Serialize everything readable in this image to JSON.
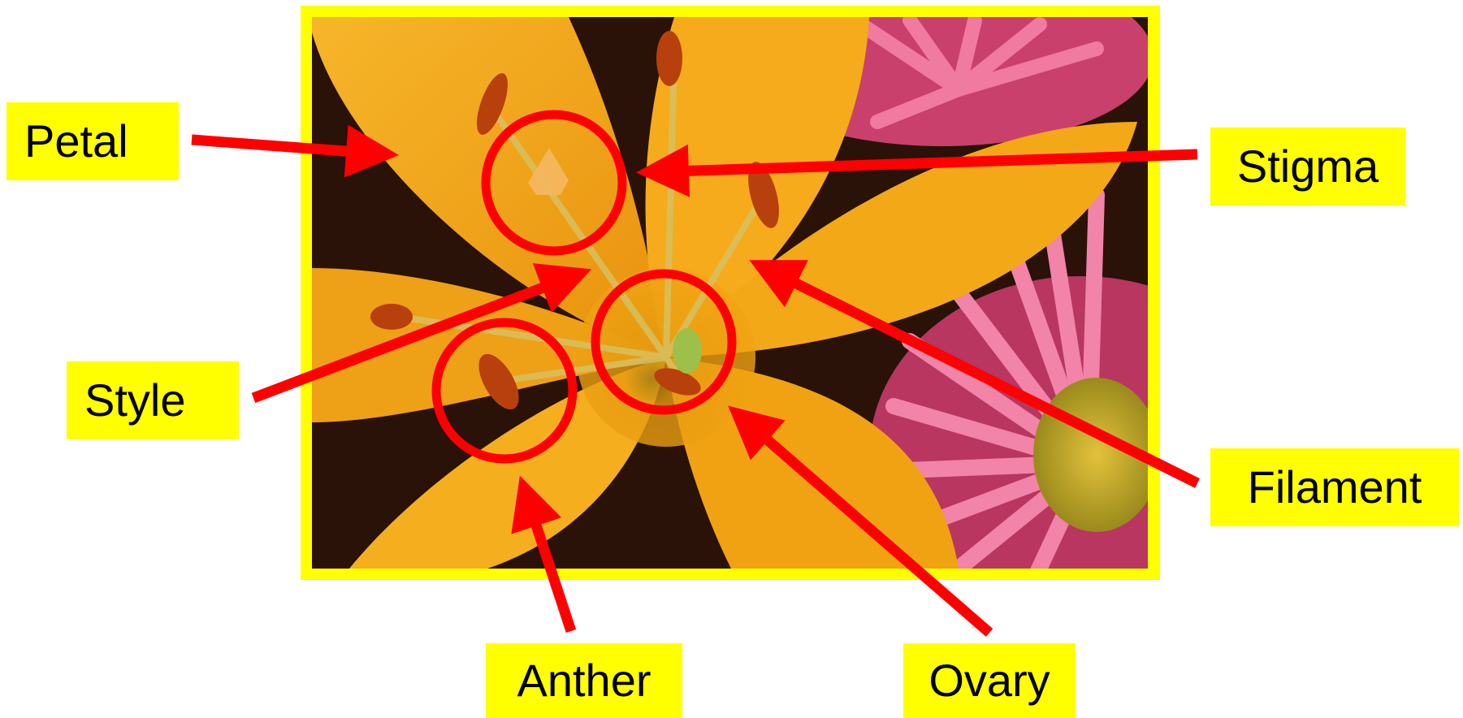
{
  "diagram": {
    "labels": {
      "petal": "Petal",
      "stigma": "Stigma",
      "style": "Style",
      "filament": "Filament",
      "anther": "Anther",
      "ovary": "Ovary"
    },
    "colors": {
      "label_background": "#ffff00",
      "label_text": "#000000",
      "photo_frame": "#ffff00",
      "arrow": "#ff0000",
      "circle": "#ff0000",
      "lily_petal": "#f2a414",
      "daisy_petal": "#e25a86",
      "background": "#ffffff"
    },
    "photo_subject": "orange-lily-with-pink-daisies"
  }
}
